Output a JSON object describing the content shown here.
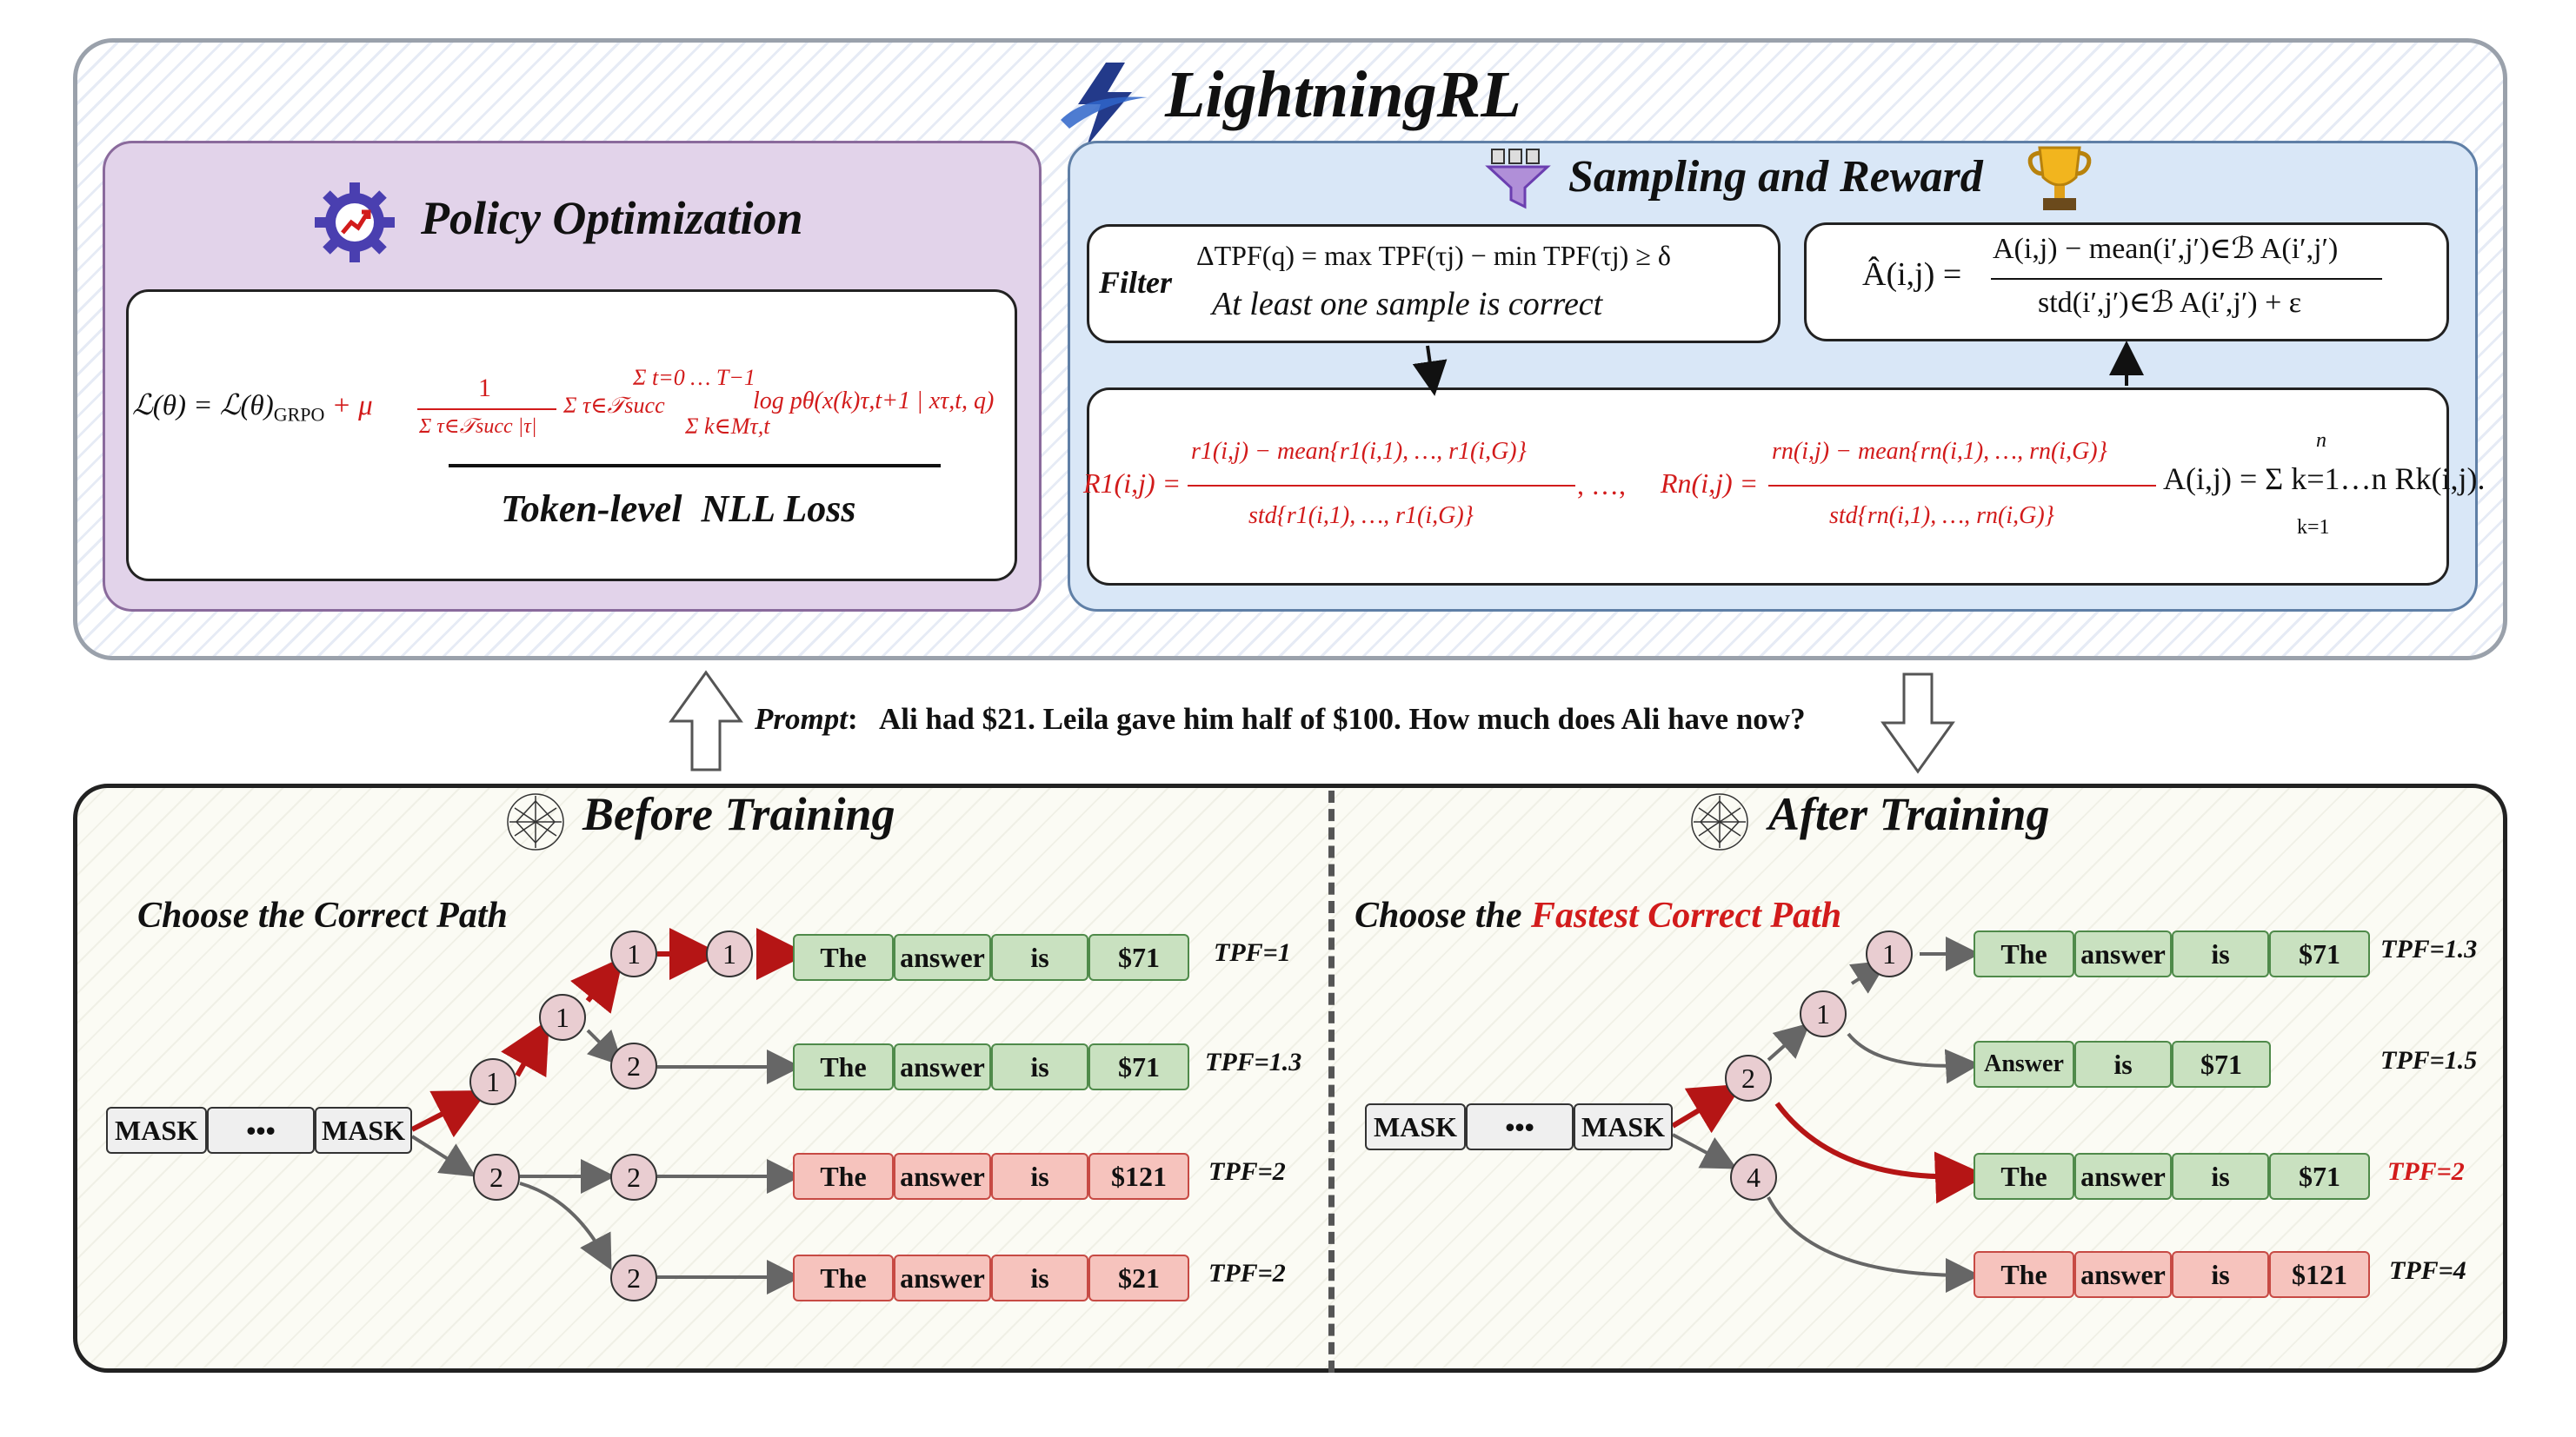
{
  "header": {
    "title": "LightningRL"
  },
  "policy": {
    "title": "Policy Optimization",
    "loss_lhs": "ℒ(θ) = ℒ(θ)",
    "loss_sub": "GRPO",
    "loss_plus": "+ μ",
    "loss_num": "1",
    "loss_den": "Σ τ∈𝒯succ |τ|",
    "loss_sum1": "Σ τ∈𝒯succ",
    "loss_sum2": "Σ t=0 … T−1",
    "loss_sum3": "Σ k∈Mτ,t",
    "loss_log": "log pθ(x(k)τ,t+1 | xτ,t, q)",
    "caption": "Token-level  NLL Loss"
  },
  "sampling": {
    "title": "Sampling and Reward",
    "filter_label": "Filter",
    "filter_formula": "ΔTPF(q) = max TPF(τj) − min TPF(τj) ≥ δ",
    "filter_sub": "At least one sample is correct",
    "adv_lhs": "Â(i,j) =",
    "adv_num": "A(i,j) − mean(i′,j′)∈ℬ A(i′,j′)",
    "adv_den": "std(i′,j′)∈ℬ A(i′,j′) + ε",
    "reward_r1_lhs": "R1(i,j) =",
    "reward_r1_num": "r1(i,j) − mean{r1(i,1), …, r1(i,G)}",
    "reward_r1_den": "std{r1(i,1), …, r1(i,G)}",
    "reward_dots": ", …,",
    "reward_rn_lhs": "Rn(i,j) =",
    "reward_rn_num": "rn(i,j) − mean{rn(i,1), …, rn(i,G)}",
    "reward_rn_den": "std{rn(i,1), …, rn(i,G)}",
    "reward_sum": "A(i,j) = Σ k=1…n Rk(i,j).",
    "reward_sum_top": "n",
    "reward_sum_bot": "k=1"
  },
  "prompt": {
    "label": "Prompt",
    "text": "Ali had $21. Leila gave him half of $100. How much does Ali have now?"
  },
  "before": {
    "title": "Before Training",
    "subtitle": "Choose the Correct Path",
    "mask": [
      "MASK",
      "•••",
      "MASK"
    ],
    "nodes": [
      "1",
      "1",
      "1",
      "1",
      "2",
      "2",
      "2",
      "2"
    ],
    "rows": [
      {
        "tokens": [
          "The",
          "answer",
          "is",
          "$71"
        ],
        "tpf": "TPF=1"
      },
      {
        "tokens": [
          "The",
          "answer",
          "is",
          "$71"
        ],
        "tpf": "TPF=1.3"
      },
      {
        "tokens": [
          "The",
          "answer",
          "is",
          "$121"
        ],
        "tpf": "TPF=2"
      },
      {
        "tokens": [
          "The",
          "answer",
          "is",
          "$21"
        ],
        "tpf": "TPF=2"
      }
    ]
  },
  "after": {
    "title": "After Training",
    "subtitle_a": "Choose the ",
    "subtitle_b": "Fastest Correct Path",
    "mask": [
      "MASK",
      "•••",
      "MASK"
    ],
    "nodes": [
      "1",
      "1",
      "2",
      "4"
    ],
    "rows": [
      {
        "tokens": [
          "The",
          "answer",
          "is",
          "$71"
        ],
        "tpf": "TPF=1.3"
      },
      {
        "tokens": [
          "Answer",
          "is",
          "$71"
        ],
        "tpf": "TPF=1.5"
      },
      {
        "tokens": [
          "The",
          "answer",
          "is",
          "$71"
        ],
        "tpf": "TPF=2"
      },
      {
        "tokens": [
          "The",
          "answer",
          "is",
          "$121"
        ],
        "tpf": "TPF=4"
      }
    ]
  },
  "colors": {
    "red": "#d21b1b",
    "green_token": "#c9e1c0",
    "red_token": "#f6c3bd",
    "policy_bg": "#e2d3ea",
    "sampling_bg": "#d9e7f7"
  }
}
